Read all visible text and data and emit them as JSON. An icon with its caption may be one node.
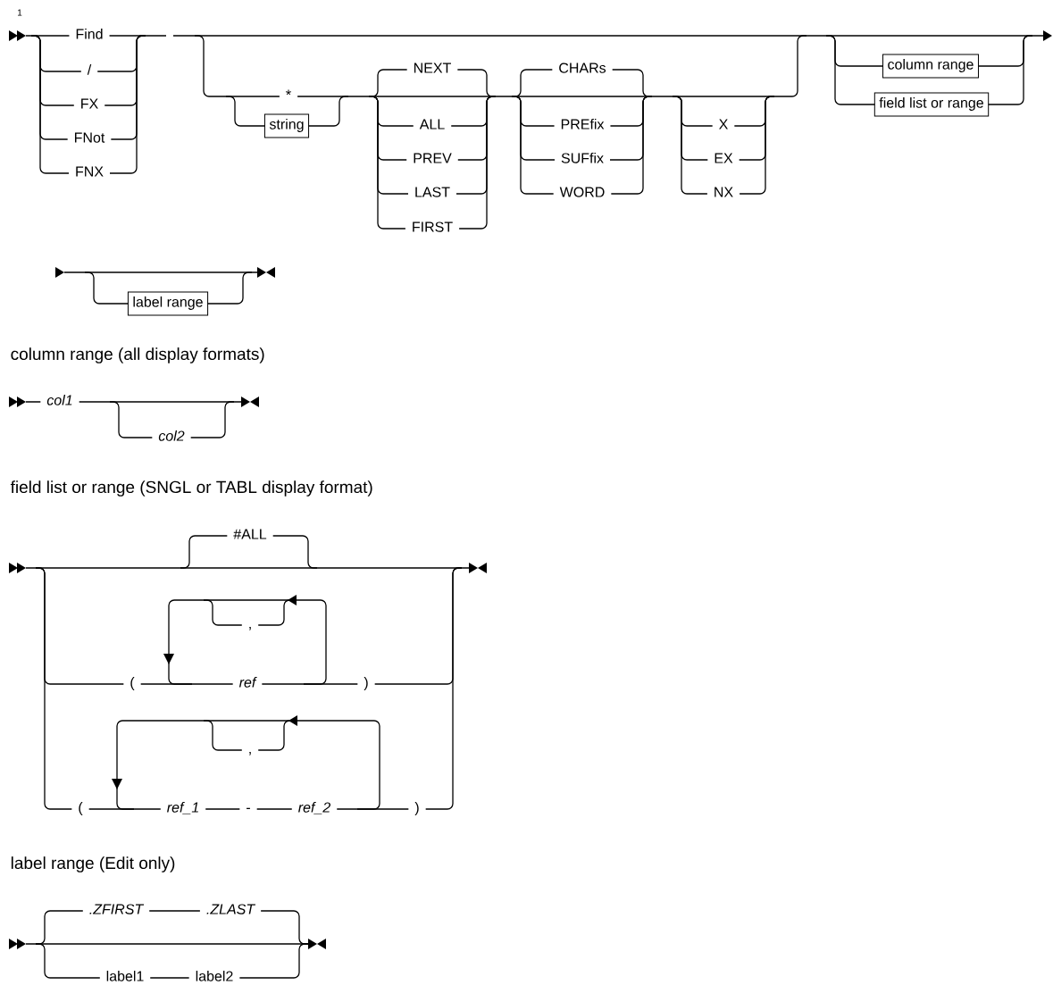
{
  "diagram": {
    "nodes": [
      {
        "text": [
          "string"
        ]
      },
      {
        "text": [
          "column range"
        ]
      },
      {
        "text": [
          "field list or range"
        ]
      },
      {
        "text": [
          "label range"
        ]
      }
    ],
    "labels": [
      "1",
      "Find",
      "/",
      "FX",
      "FNot",
      "FNX",
      "*",
      "NEXT",
      "ALL",
      "PREV",
      "LAST",
      "FIRST",
      "CHARs",
      "PREfix",
      "SUFfix",
      "WORD",
      "X",
      "EX",
      "NX",
      "column range (all display formats)",
      "col1",
      "col2",
      "field list or range (SNGL or TABL display format)",
      "#ALL",
      ",",
      "(",
      "ref",
      ")",
      ",",
      "(",
      "ref_1",
      "-",
      "ref_2",
      ")",
      "label range (Edit only)",
      ".ZFIRST",
      ".ZLAST",
      "label1",
      "label2"
    ]
  }
}
